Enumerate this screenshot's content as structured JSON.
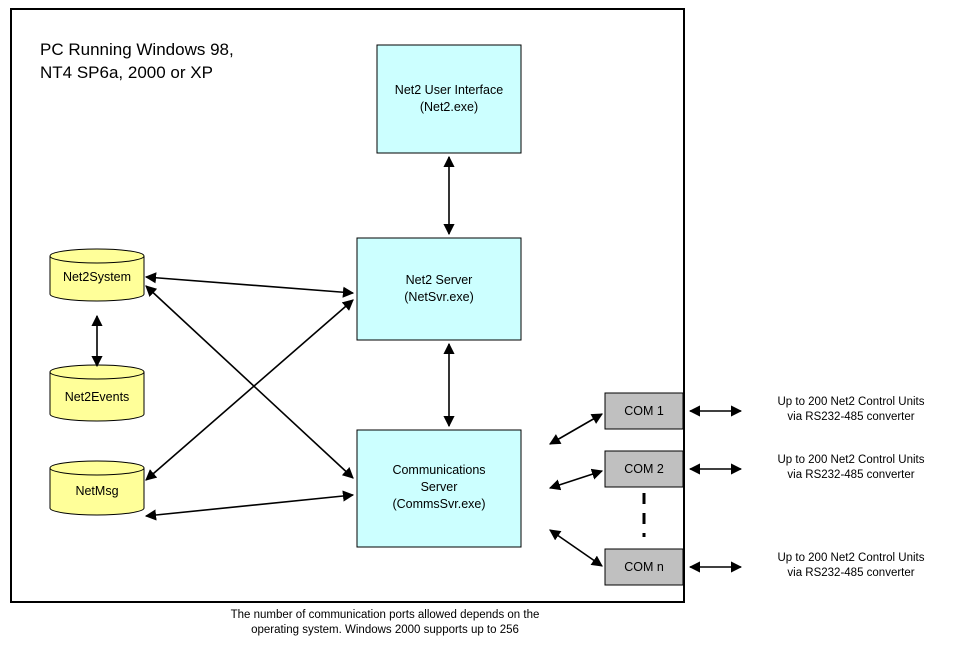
{
  "pc": {
    "line1": "PC Running Windows 98,",
    "line2": "NT4 SP6a, 2000 or XP"
  },
  "components": {
    "ui": {
      "line1": "Net2 User Interface",
      "line2": "(Net2.exe)"
    },
    "server": {
      "line1": "Net2 Server",
      "line2": "(NetSvr.exe)"
    },
    "comms": {
      "line1": "Communications",
      "line2": "Server",
      "line3": "(CommsSvr.exe)"
    }
  },
  "databases": {
    "system": "Net2System",
    "events": "Net2Events",
    "msg": "NetMsg"
  },
  "ports": {
    "com1": "COM 1",
    "com2": "COM 2",
    "comn": "COM n"
  },
  "external": {
    "line1": "Up to 200 Net2 Control Units",
    "line2": "via RS232-485 converter"
  },
  "footnote": {
    "line1": "The number of communication ports allowed depends on the",
    "line2": "operating system. Windows 2000 supports up to 256"
  },
  "colors": {
    "box_fill": "#ccffff",
    "db_fill": "#ffff99",
    "port_fill": "#c0c0c0"
  }
}
